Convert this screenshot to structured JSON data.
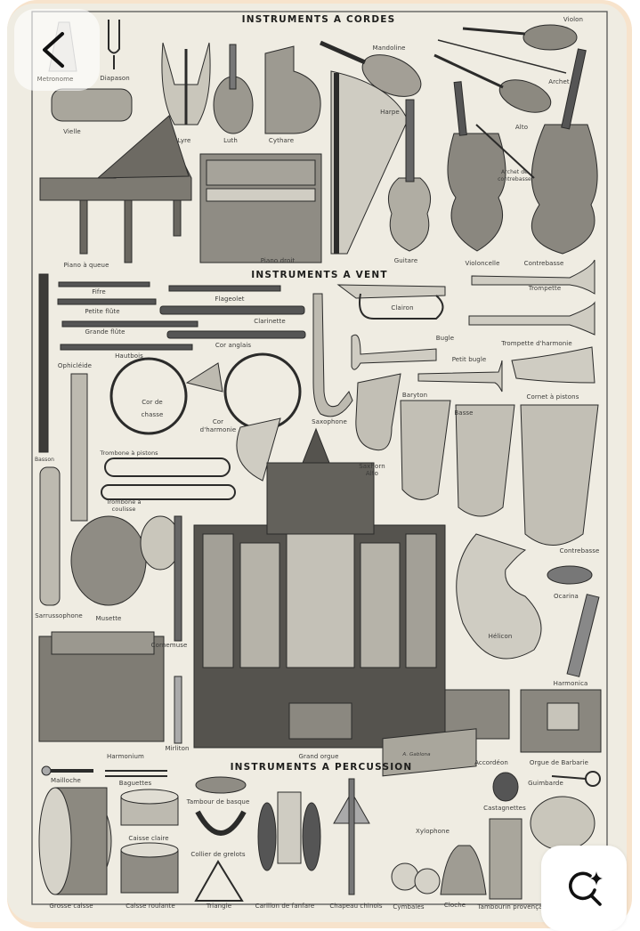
{
  "viewer": {
    "back_button_label": "Back",
    "visual_search_button_label": "Search image",
    "accent_color": "#000000"
  },
  "plate": {
    "sections": {
      "strings": "INSTRUMENTS A CORDES",
      "wind": "INSTRUMENTS A VENT",
      "percussion": "INSTRUMENTS A PERCUSSION"
    },
    "signature": "A. Gablona",
    "labels": {
      "metronome": "Metronome",
      "diapason": "Diapason",
      "vielle": "Vielle",
      "lyre": "Lyre",
      "luth": "Luth",
      "cythare": "Cythare",
      "mandoline": "Mandoline",
      "harpe": "Harpe",
      "violon": "Violon",
      "archet": "Archet",
      "alto": "Alto",
      "archet_contrebasse": "Archet de contrebasse",
      "piano_queue": "Piano à queue",
      "piano_droit": "Piano droit",
      "guitare": "Guitare",
      "violoncelle": "Violoncelle",
      "contrebasse_cordes": "Contrebasse",
      "fifre": "Fifre",
      "petite_flute": "Petite flûte",
      "grande_flute": "Grande flûte",
      "hautbois": "Hautbois",
      "flageolet": "Flageolet",
      "clarinette": "Clarinette",
      "cor_anglais": "Cor anglais",
      "clairon": "Clairon",
      "trompette": "Trompette",
      "trompette_harmonie": "Trompette d'harmonie",
      "bugle": "Bugle",
      "petit_bugle": "Petit bugle",
      "cornet": "Cornet à pistons",
      "ophicleide": "Ophicléide",
      "cor_chasse": "Cor de chasse",
      "cor_harmonie": "Cor d'harmonie",
      "saxophone": "Saxophone",
      "basson": "Basson",
      "barytone": "Baryton",
      "basse": "Basse",
      "saxhorn_alto": "Saxhorn Alto",
      "trombone_pistons": "Trombone à pistons",
      "trombone_coulisse": "Trombone à coulisse",
      "contrebasse_vent": "Contrebasse",
      "sarrussophone": "Sarrussophone",
      "musette": "Musette",
      "cornemuse": "Cornemuse",
      "ocarina": "Ocarina",
      "helicon": "Hélicon",
      "harmonica": "Harmonica",
      "harmonium": "Harmonium",
      "mirliton": "Mirliton",
      "grand_orgue": "Grand orgue",
      "accordeon": "Accordéon",
      "orgue_barbarie": "Orgue de Barbarie",
      "mailloche": "Mailloche",
      "baguettes": "Baguettes",
      "tambour_basque": "Tambour de basque",
      "caisse_claire": "Caisse claire",
      "collier_grelots": "Collier de grelots",
      "grosse_caisse": "Grosse caisse",
      "caisse_roulante": "Caisse roulante",
      "triangle": "Triangle",
      "carillon": "Carillon de fanfare",
      "chapeau_chinois": "Chapeau chinois",
      "cymbales": "Cymbales",
      "xylophone": "Xylophone",
      "cloche": "Cloche",
      "castagnettes": "Castagnettes",
      "guimbarde": "Guimbarde",
      "tambourin": "Tambourin provençal"
    }
  }
}
